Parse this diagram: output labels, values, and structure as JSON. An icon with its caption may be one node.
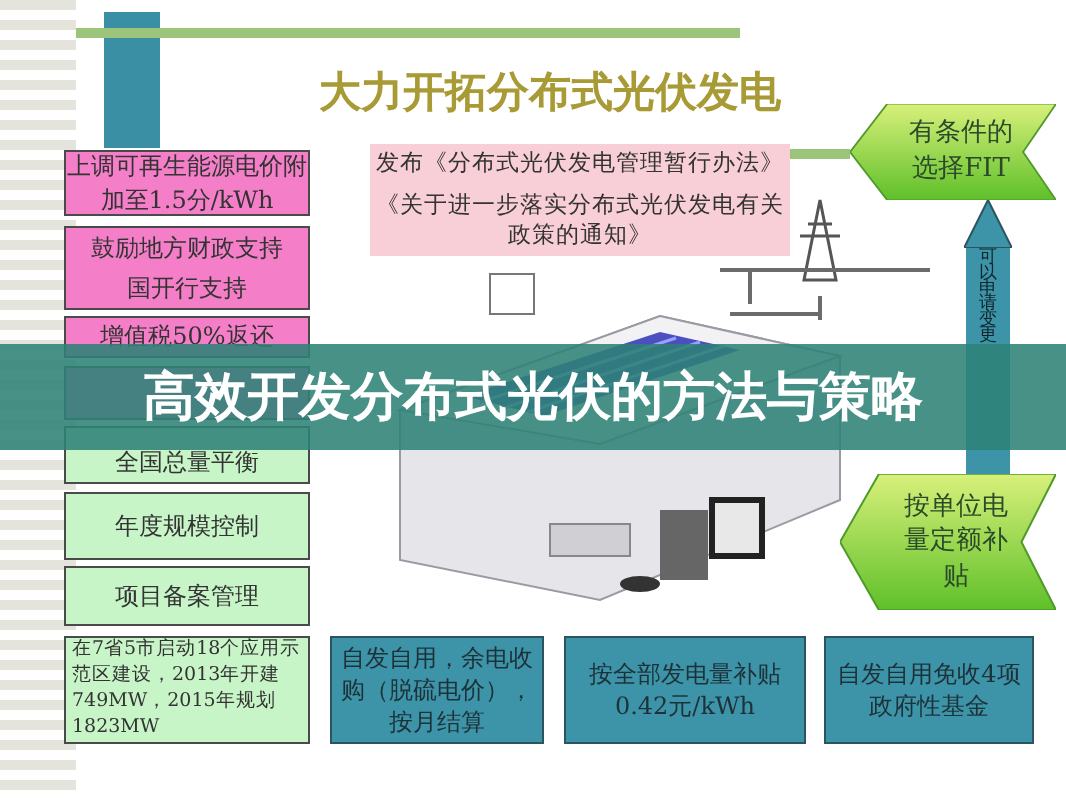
{
  "diagram": {
    "title": "大力开拓分布式光伏发电",
    "caption": "高效开发分布式光伏的方法与策略",
    "nodes": [
      {
        "text": [
          "上调可再生能源电价附加至1.5分/kWh"
        ]
      },
      {
        "text": [
          "鼓励地方财政支持",
          "国开行支持"
        ]
      },
      {
        "text": [
          "增值税50%返还"
        ]
      },
      {
        "text": [],
        "shape": "box"
      },
      {
        "text": [
          "全国总量平衡"
        ]
      },
      {
        "text": [
          "年度规模控制"
        ]
      },
      {
        "text": [
          "项目备案管理"
        ]
      },
      {
        "text": [
          "在7省5市启动18个应用示范区建设，2013年开建749MW，2015年规划1823MW"
        ]
      },
      {
        "text": [
          "发布《分布式光伏发电管理暂行办法》",
          "《关于进一步落实分布式光伏发电有关政策的通知》"
        ]
      },
      {
        "text": [
          "有条件的选择FIT"
        ]
      },
      {
        "text": [
          "按单位电量定额补贴"
        ]
      },
      {
        "text": [
          "自发自用，余电收购（脱硫电价），按月结算"
        ]
      },
      {
        "text": [
          "按全部发电量补贴",
          "0.42元/kWh"
        ]
      },
      {
        "text": [
          "自发自用免收4项政府性基金"
        ]
      }
    ],
    "edges": [
      {
        "from": 8,
        "to": 9,
        "arrow": "none",
        "color": "#9cc47a"
      },
      {
        "from": 10,
        "to": 9,
        "arrow": "to",
        "label": "可以申请变更",
        "style": "thick",
        "color": "#3d93a8"
      }
    ]
  }
}
